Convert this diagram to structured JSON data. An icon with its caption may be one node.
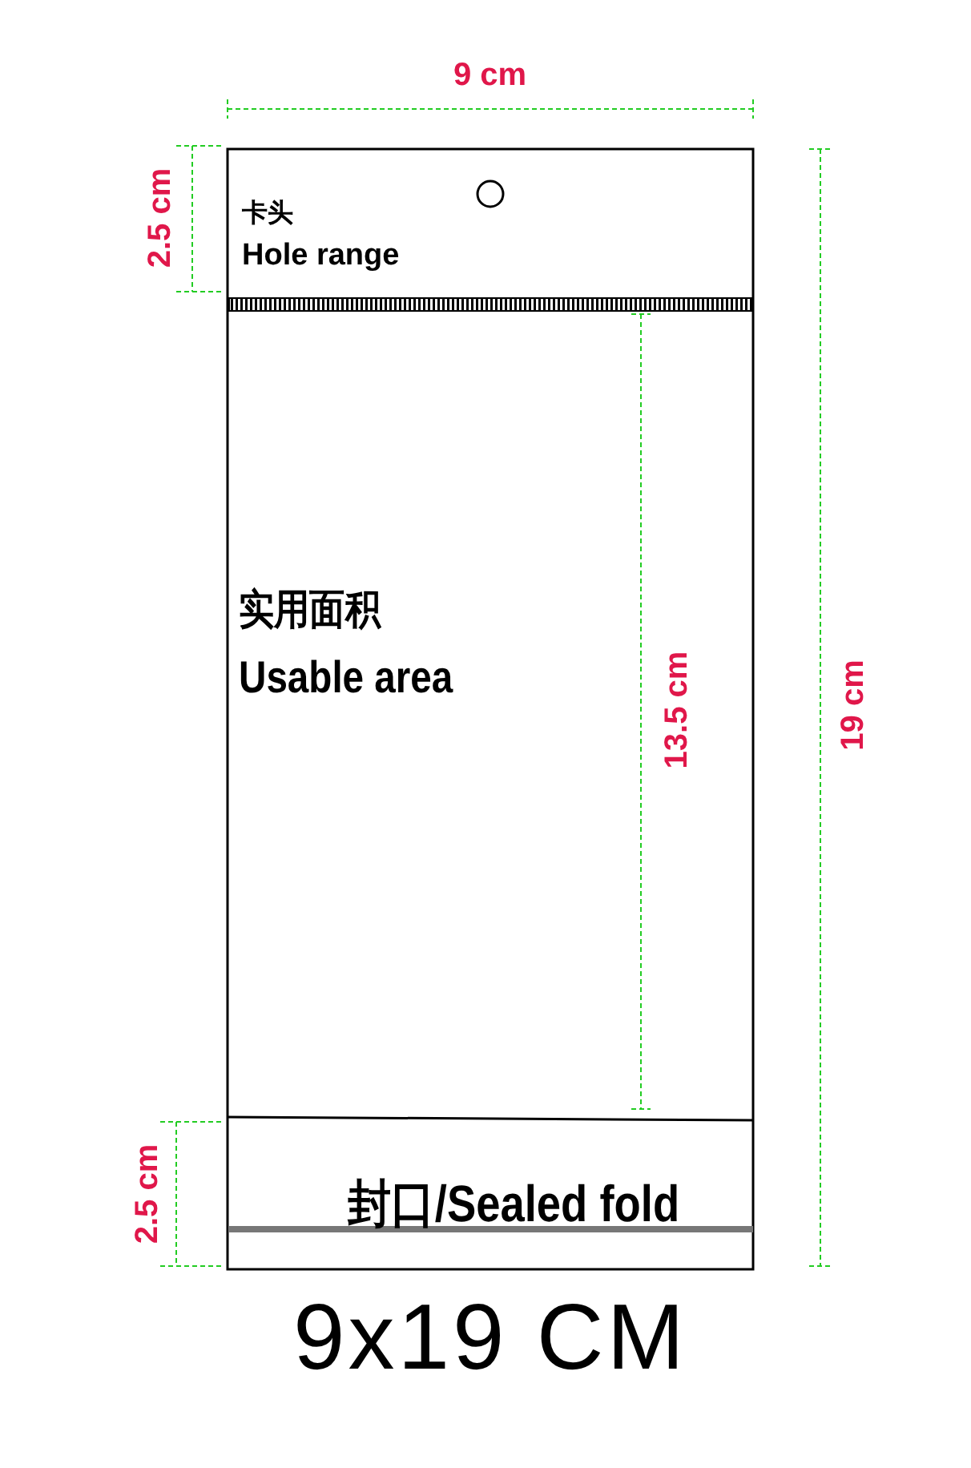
{
  "diagram": {
    "caption": "9x19 CM",
    "nodes": [
      {
        "text": [
          "卡头",
          "Hole range"
        ]
      },
      {
        "text": [
          "实用面积",
          "Usable area"
        ]
      },
      {
        "text": [
          "封口/Sealed fold"
        ]
      }
    ],
    "labels": [
      "9 cm",
      "2.5 cm",
      "13.5 cm",
      "19 cm",
      "2.5 cm"
    ]
  }
}
